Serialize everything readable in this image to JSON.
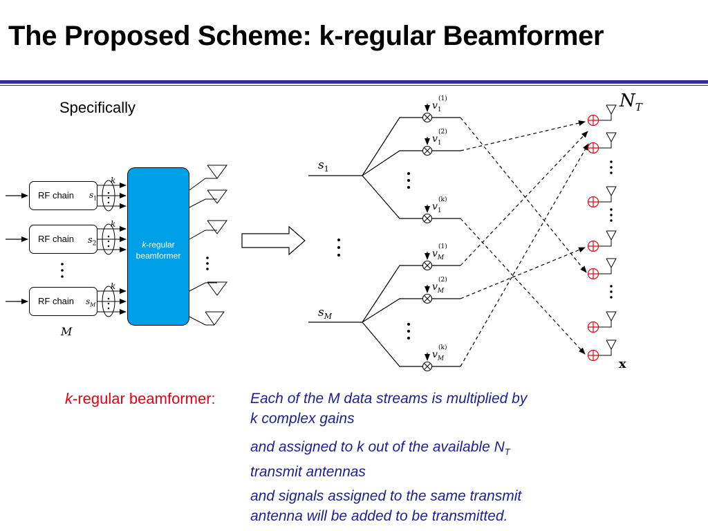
{
  "slide": {
    "title": "The Proposed Scheme: k-regular Beamformer",
    "subtitle": "Specifically",
    "left_diagram": {
      "rf_chains": [
        "RF chain",
        "RF chain",
        "RF chain"
      ],
      "stream_labels": [
        "s",
        "s",
        "s"
      ],
      "stream_subscripts": [
        "1",
        "2",
        "M"
      ],
      "k_label": "k",
      "count_label": "M",
      "beamformer_k": "k",
      "beamformer_suffix": "-regular",
      "beamformer_line2": "beamformer"
    },
    "right_diagram": {
      "input_labels": [
        "s",
        "s"
      ],
      "input_subscripts": [
        "1",
        "M"
      ],
      "weights": [
        {
          "base": "v",
          "sub": "1",
          "sup": "(1)"
        },
        {
          "base": "v",
          "sub": "1",
          "sup": "(2)"
        },
        {
          "base": "v",
          "sub": "1",
          "sup": "(k)"
        },
        {
          "base": "v",
          "sub": "M",
          "sup": "(1)"
        },
        {
          "base": "v",
          "sub": "M",
          "sup": "(2)"
        },
        {
          "base": "v",
          "sub": "M",
          "sup": "(k)"
        }
      ],
      "antenna_label": {
        "base": "N",
        "sub": "T"
      },
      "output_label": "x"
    },
    "footer": {
      "label_k": "k",
      "label_rest": "-regular beamformer:",
      "lines": [
        {
          "l1": "Each of the M data streams is multiplied by",
          "l2": "k complex gains"
        },
        {
          "l1a": "and assigned to k out of the available N",
          "l1sub": "T",
          "l2": "transmit antennas"
        },
        {
          "l1": "and signals assigned to the same transmit",
          "l2": "antenna will be added to be transmitted."
        }
      ]
    },
    "colors": {
      "accent_rule": "#2e3192",
      "beamformer_fill": "#00a0e9",
      "adder": "#e60012",
      "footer_text": "#1d1d99",
      "label_red": "#e60012"
    }
  }
}
